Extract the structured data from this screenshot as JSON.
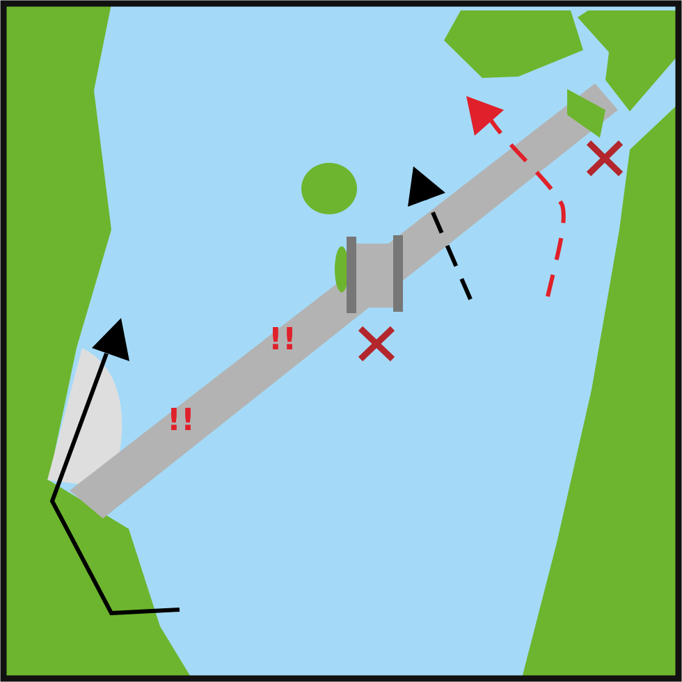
{
  "colors": {
    "water": "#a4daf7",
    "land": "#6db52e",
    "bridge": "#b3b3b3",
    "bridge_pier": "#777777",
    "abutment": "#dedede",
    "black": "#000000",
    "red": "#e0202a",
    "dark_red": "#b3262c",
    "frame": "#111111"
  },
  "icons": {
    "hazard_marker": "exclamation-marks",
    "no_go_marker": "x-cross",
    "route_arrow": "arrowhead"
  },
  "markers": {
    "hazard_1": "!!",
    "hazard_2": "!!"
  }
}
